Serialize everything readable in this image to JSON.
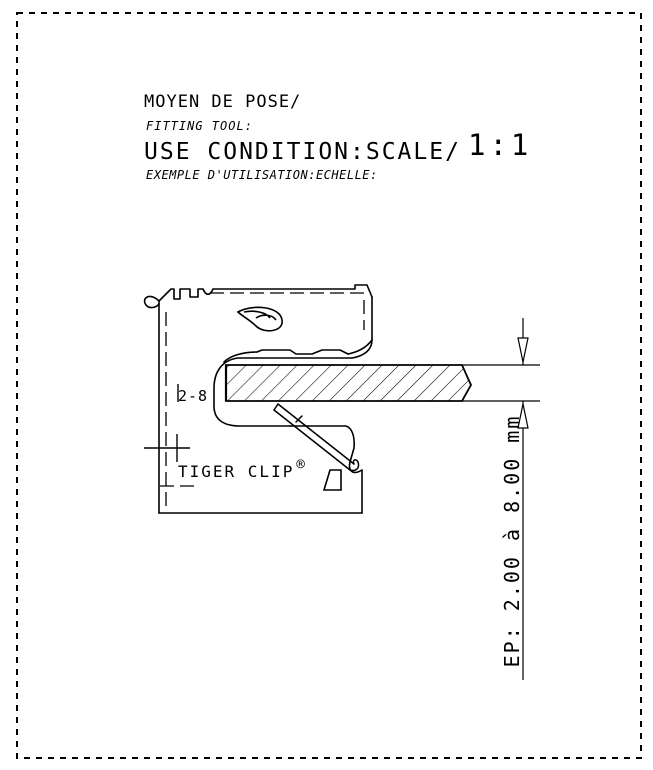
{
  "title": {
    "fitting_tool_fr": "MOYEN DE POSE/",
    "fitting_tool_en": "FITTING TOOL:",
    "use_condition_en": "USE CONDITION:SCALE/",
    "use_condition_fr": "EXEMPLE D'UTILISATION:ECHELLE:",
    "scale": "1:1"
  },
  "drawing": {
    "range_label": "2-8",
    "brand": "TIGER CLIP",
    "registered_mark": "®",
    "thickness_note": "EP: 2.00 à 8.00 mm"
  },
  "colors": {
    "ink": "#000000",
    "paper": "#ffffff"
  }
}
